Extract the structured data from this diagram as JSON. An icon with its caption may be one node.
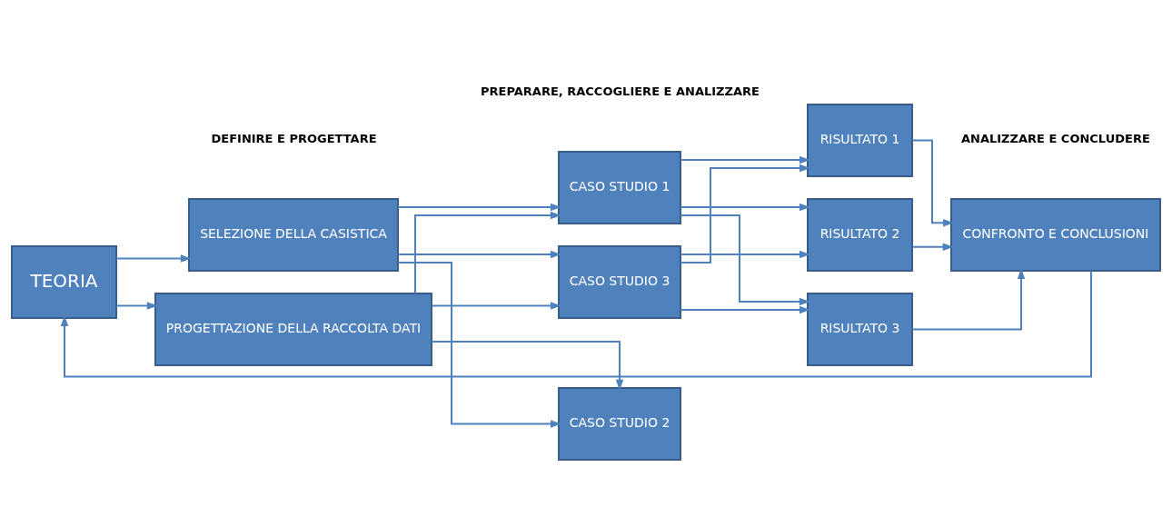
{
  "diagram": {
    "nodes": [
      {
        "text": [
          "TEORIA"
        ]
      },
      {
        "text": [
          "SELEZIONE DELLA CASISTICA"
        ]
      },
      {
        "text": [
          "PROGETTAZIONE DELLA RACCOLTA DATI"
        ]
      },
      {
        "text": [
          "CASO STUDIO 1"
        ]
      },
      {
        "text": [
          "CASO STUDIO 2"
        ]
      },
      {
        "text": [
          "CASO STUDIO 3"
        ]
      },
      {
        "text": [
          "RISULTATO 1"
        ]
      },
      {
        "text": [
          "RISULTATO 2"
        ]
      },
      {
        "text": [
          "RISULTATO 3"
        ]
      },
      {
        "text": [
          "CONFRONTO E CONCLUSIONI"
        ]
      }
    ],
    "edges": [
      {
        "from": 0,
        "to": 1,
        "arrow": "to"
      },
      {
        "from": 0,
        "to": 2,
        "arrow": "to"
      },
      {
        "from": 1,
        "to": 3,
        "arrow": "to"
      },
      {
        "from": 1,
        "to": 4,
        "arrow": "to"
      },
      {
        "from": 1,
        "to": 5,
        "arrow": "to"
      },
      {
        "from": 2,
        "to": 3,
        "arrow": "to"
      },
      {
        "from": 2,
        "to": 4,
        "arrow": "to"
      },
      {
        "from": 2,
        "to": 5,
        "arrow": "to"
      },
      {
        "from": 3,
        "to": 6,
        "arrow": "to"
      },
      {
        "from": 3,
        "to": 7,
        "arrow": "to"
      },
      {
        "from": 3,
        "to": 8,
        "arrow": "to"
      },
      {
        "from": 5,
        "to": 6,
        "arrow": "to"
      },
      {
        "from": 5,
        "to": 7,
        "arrow": "to"
      },
      {
        "from": 5,
        "to": 8,
        "arrow": "to"
      },
      {
        "from": 6,
        "to": 9,
        "arrow": "to"
      },
      {
        "from": 7,
        "to": 9,
        "arrow": "to"
      },
      {
        "from": 8,
        "to": 9,
        "arrow": "to"
      },
      {
        "from": 9,
        "to": 0,
        "arrow": "to"
      }
    ],
    "labels": [
      "DEFINIRE E PROGETTARE",
      "PREPARARE, RACCOGLIERE E ANALIZZARE",
      "ANALIZZARE E CONCLUDERE"
    ]
  }
}
